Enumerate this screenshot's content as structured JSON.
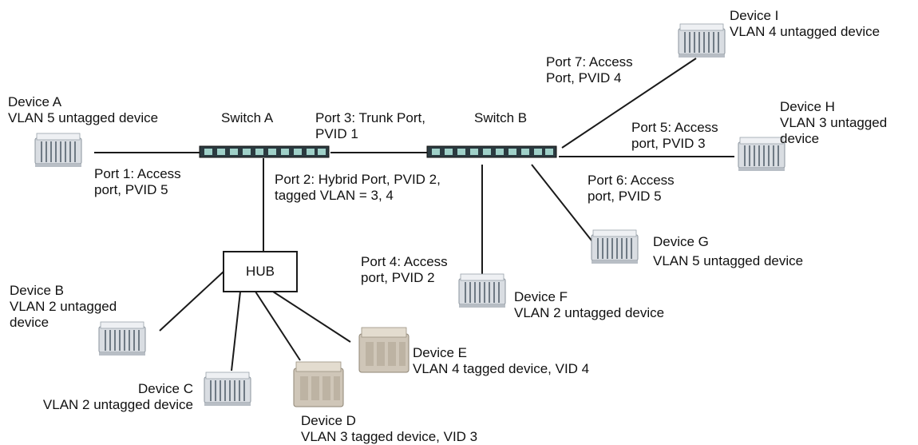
{
  "devices": {
    "a": {
      "name": "Device A",
      "desc": "VLAN 5 untagged device"
    },
    "b": {
      "name": "Device B",
      "desc1": "VLAN 2 untagged",
      "desc2": "device"
    },
    "c": {
      "name": "Device C",
      "desc": "VLAN 2 untagged device"
    },
    "d": {
      "name": "Device D",
      "desc": "VLAN 3 tagged device, VID 3"
    },
    "e": {
      "name": "Device E",
      "desc": "VLAN 4 tagged device, VID 4"
    },
    "f": {
      "name": "Device F",
      "desc": "VLAN 2 untagged device"
    },
    "g": {
      "name": "Device G",
      "desc": "VLAN 5 untagged device"
    },
    "h": {
      "name": "Device H",
      "desc1": "VLAN 3 untagged",
      "desc2": "device"
    },
    "i": {
      "name": "Device I",
      "desc": "VLAN 4 untagged device"
    }
  },
  "switches": {
    "a": {
      "name": "Switch A"
    },
    "b": {
      "name": "Switch B"
    }
  },
  "hub": {
    "label": "HUB"
  },
  "ports": {
    "p1": {
      "line1": "Port 1: Access",
      "line2": "port, PVID 5"
    },
    "p2": {
      "line1": "Port 2: Hybrid Port, PVID 2,",
      "line2": "tagged VLAN = 3, 4"
    },
    "p3": {
      "line1": "Port 3: Trunk Port,",
      "line2": "PVID 1"
    },
    "p4": {
      "line1": "Port 4: Access",
      "line2": "port, PVID 2"
    },
    "p5": {
      "line1": "Port 5: Access",
      "line2": "port, PVID 3"
    },
    "p6": {
      "line1": "Port 6: Access",
      "line2": "port, PVID 5"
    },
    "p7": {
      "line1": "Port 7: Access",
      "line2": "Port, PVID 4"
    }
  },
  "colors": {
    "line": "#1a1a1a",
    "switch_body": "#2b3a40",
    "switch_accent": "#9fd0c8",
    "device_body": "#d9dde2",
    "tagged_device_body": "#cfc6b8"
  }
}
